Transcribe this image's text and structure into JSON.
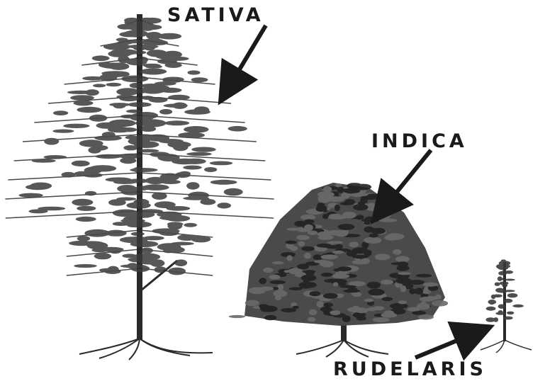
{
  "labels": {
    "sativa": "SATIVA",
    "indica": "INDICA",
    "rudelaris": "RUDELARIS"
  },
  "colors": {
    "ink": "#1a1a1a",
    "foliage": "#3a3a3a",
    "background": "#ffffff"
  },
  "icons": {
    "sativa": "tall-pine-tree-icon",
    "indica": "bushy-tree-icon",
    "rudelaris": "small-sapling-icon",
    "pointer": "arrow-icon"
  }
}
